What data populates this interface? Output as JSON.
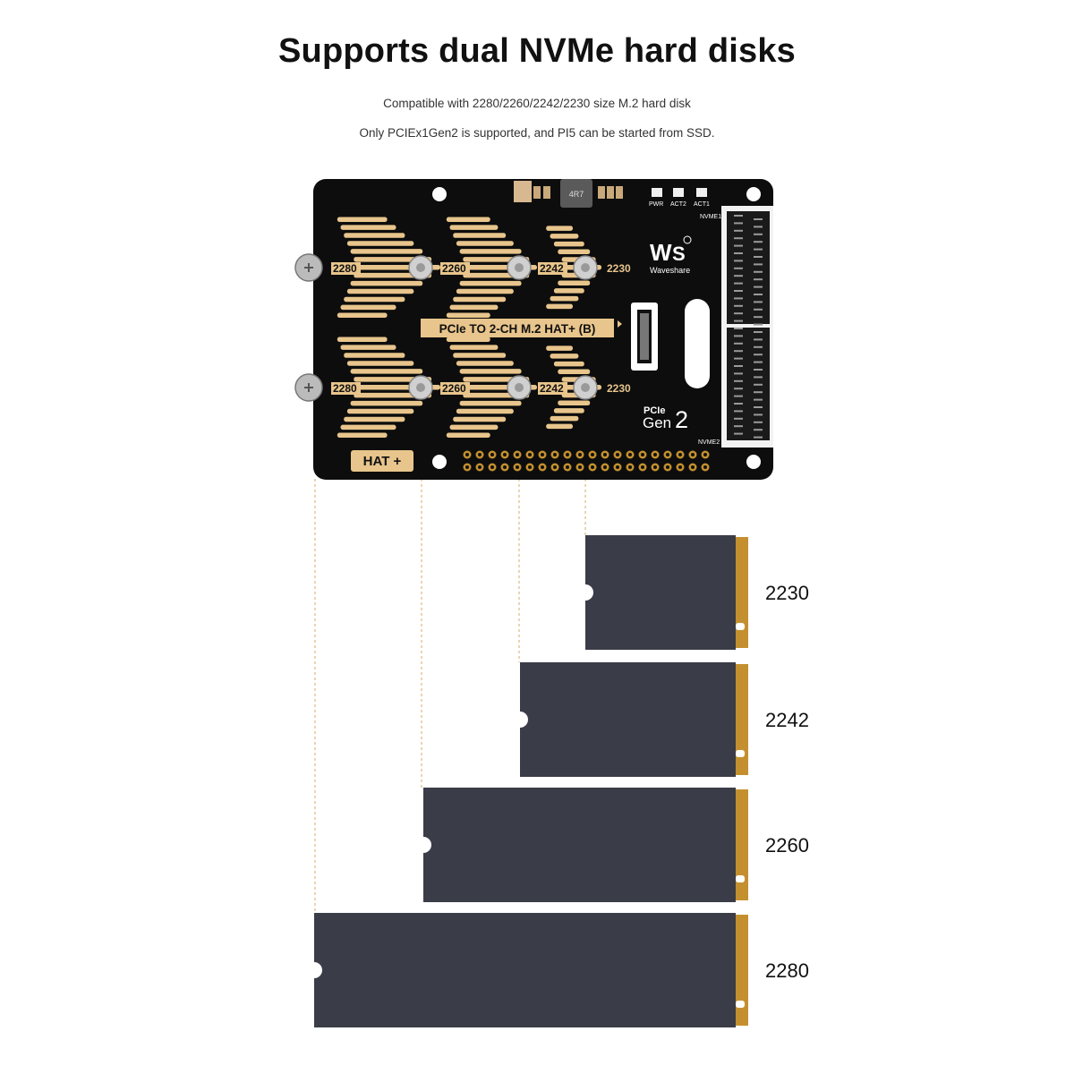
{
  "header": {
    "title": "Supports dual NVMe hard disks",
    "subtitle_1": "Compatible with 2280/2260/2242/2230 size M.2 hard disk",
    "subtitle_2": "Only PCIEx1Gen2 is supported, and PI5 can be started from SSD."
  },
  "board": {
    "model_label": "PCIe TO 2-CH M.2 HAT+ (B)",
    "hat_label": "HAT +",
    "brand": "Waveshare",
    "pcie_label": "PCIe",
    "gen_label": "Gen",
    "gen_number": "2",
    "slot_top": "NVME1",
    "slot_bottom": "NVME2",
    "led_pwr": "PWR",
    "led_act2": "ACT2",
    "led_act1": "ACT1",
    "inductor": "4R7",
    "size_marks_top": [
      "2280",
      "2260",
      "2242",
      "2230"
    ],
    "size_marks_bottom": [
      "2280",
      "2260",
      "2242",
      "2230"
    ]
  },
  "ssd_sizes": [
    {
      "label": "2230"
    },
    {
      "label": "2242"
    },
    {
      "label": "2260"
    },
    {
      "label": "2280"
    }
  ],
  "colors": {
    "board": "#0d0d0d",
    "gold": "#e8c58c",
    "ssd": "#3a3d48",
    "connector": "#c4902f",
    "guide": "#d9a86a"
  }
}
